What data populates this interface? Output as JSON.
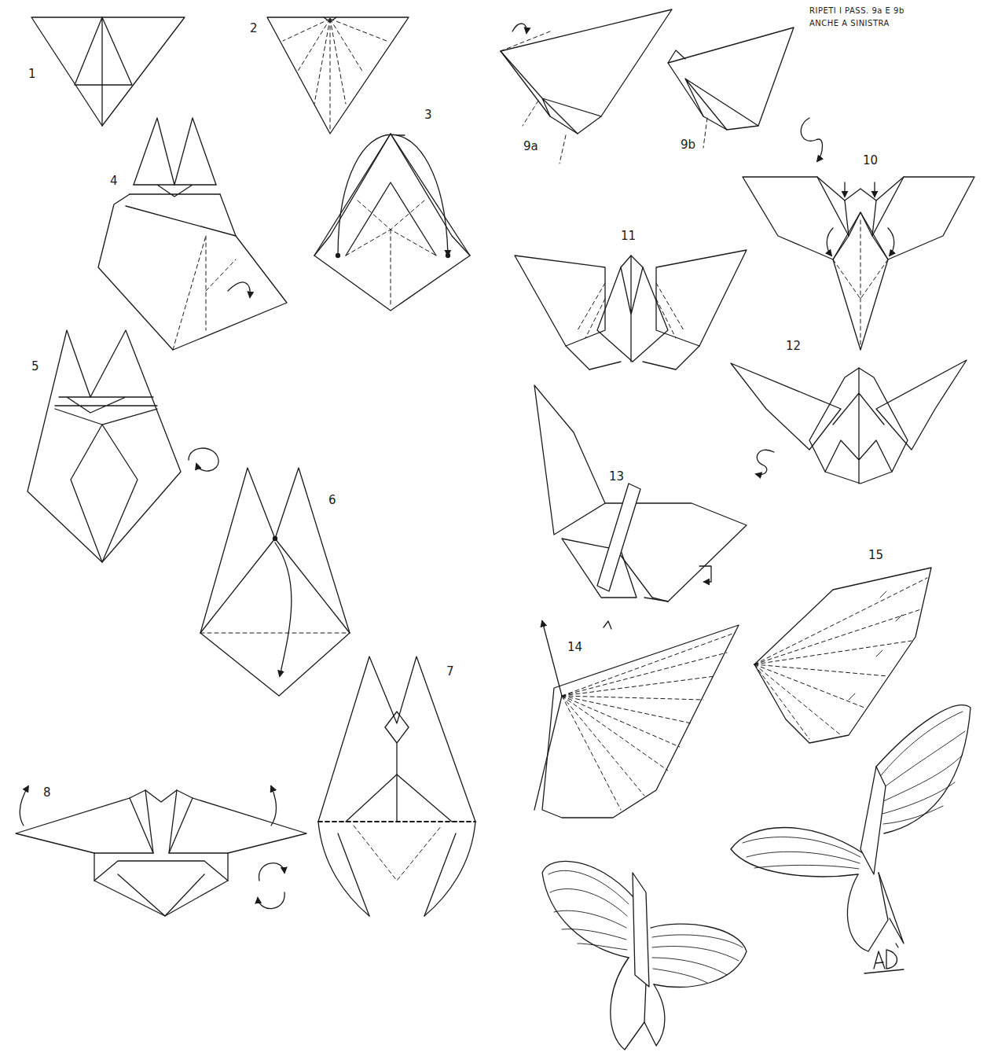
{
  "diagram": {
    "labels": [
      "1",
      "2",
      "3",
      "4",
      "5",
      "6",
      "7",
      "8",
      "9a",
      "9b",
      "10",
      "11",
      "12",
      "13",
      "14",
      "15",
      "RIPETI I PASS. 9a E 9b ANCHE A SINISTRA"
    ]
  }
}
